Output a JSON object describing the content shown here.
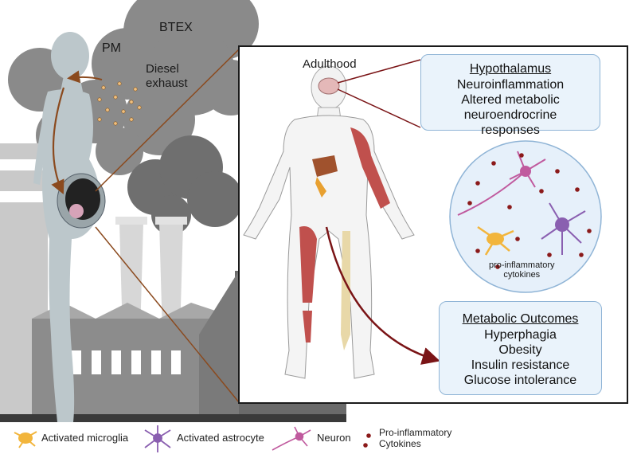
{
  "smoke_labels": {
    "btex": "BTEX",
    "pm": "PM",
    "diesel": "Diesel\nexhaust"
  },
  "life_stage": "Adulthood",
  "hypothalamus": {
    "title": "Hypothalamus",
    "lines": [
      "Neuroinflammation",
      "Altered metabolic neuroendrocrine",
      "responses"
    ]
  },
  "cytokine_label": "pro-inflammatory\ncytokines",
  "metabolic": {
    "title": "Metabolic Outcomes",
    "lines": [
      "Hyperphagia",
      "Obesity",
      "Insulin resistance",
      "Glucose intolerance"
    ]
  },
  "legend": {
    "microglia": "Activated microglia",
    "astrocyte": "Activated astrocyte",
    "neuron": "Neuron",
    "cytokines": "Pro-inflammatory\nCytokines"
  },
  "colors": {
    "smoke": "#7d7d7d",
    "factory": "#9e9e9e",
    "woman": "#b8c4c8",
    "box_fill": "#eaf3fb",
    "box_border": "#8fb4d6",
    "arrow_brown": "#8b4a1e",
    "arrow_red": "#7a1416",
    "muscle": "#c0504d",
    "liver": "#a0522d",
    "microglia": "#f2b53c",
    "astrocyte": "#8a5fb0",
    "neuron": "#c05a9e",
    "cytokine": "#8b1a1a"
  }
}
